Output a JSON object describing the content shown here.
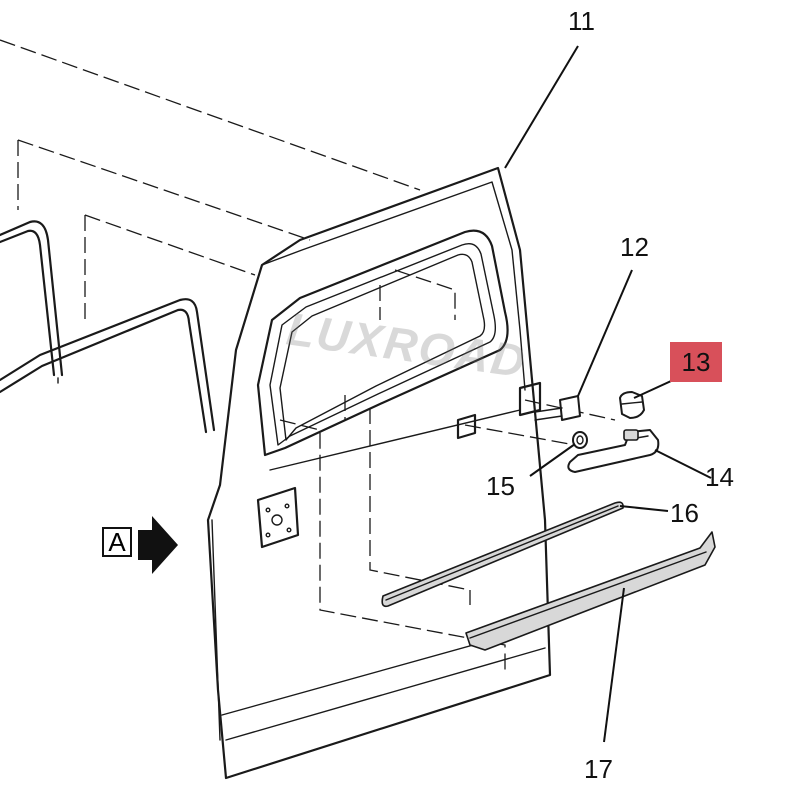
{
  "diagram": {
    "callouts": {
      "door": "11",
      "lower_seal_or_pad": "12",
      "cap": "13",
      "handle": "14",
      "washer": "15",
      "upper_molding": "16",
      "lower_molding": "17"
    },
    "view_label": "A",
    "watermark": "LUXROAD"
  },
  "colors": {
    "highlight": "#d8505a",
    "ink": "#1a1a1a",
    "watermark": "#c8c8c8"
  },
  "icons": {
    "view_arrow": "view-direction-arrow-icon"
  }
}
